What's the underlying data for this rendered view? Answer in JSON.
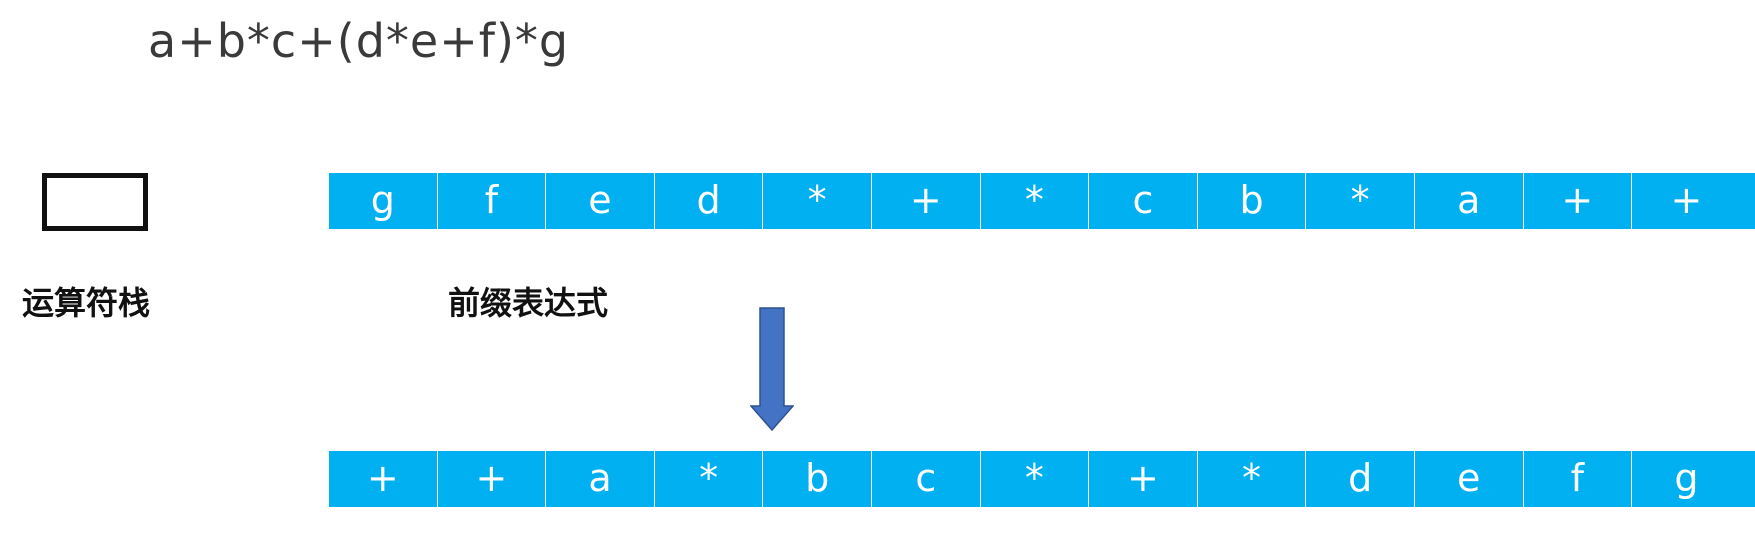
{
  "expression": "a+b*c+(d*e+f)*g",
  "labels": {
    "stack": "运算符栈",
    "prefix": "前缀表达式"
  },
  "top_row": [
    "g",
    "f",
    "e",
    "d",
    "*",
    "+",
    "*",
    "c",
    "b",
    "*",
    "a",
    "+",
    "+"
  ],
  "bottom_row": [
    "+",
    "+",
    "a",
    "*",
    "b",
    "c",
    "*",
    "+",
    "*",
    "d",
    "e",
    "f",
    "g"
  ],
  "colors": {
    "cell_fill": "#00b0f0",
    "arrow_fill": "#4472c4",
    "arrow_stroke": "#2f528f"
  }
}
